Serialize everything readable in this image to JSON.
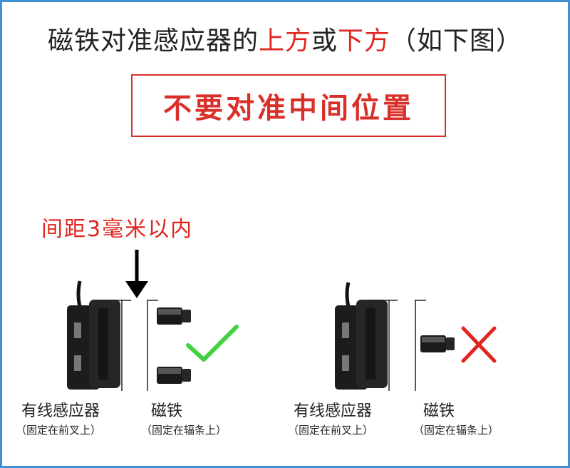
{
  "title": {
    "part1": "磁铁对准感应器的",
    "part2": "上方",
    "part3": "或",
    "part4": "下方",
    "part5": "（如下图）"
  },
  "warning": "不要对准中间位置",
  "gap_note": "间距3毫米以内",
  "left_diagram": {
    "sensor_label": "有线感应器",
    "sensor_sub": "（固定在前叉上）",
    "magnet_label": "磁铁",
    "magnet_sub": "（固定在辐条上）",
    "mark_icon": "check-icon"
  },
  "right_diagram": {
    "sensor_label": "有线感应器",
    "sensor_sub": "（固定在前叉上）",
    "magnet_label": "磁铁",
    "magnet_sub": "（固定在辐条上）",
    "mark_icon": "cross-icon"
  },
  "colors": {
    "accent_red": "#e0261f",
    "check_green": "#3fd13f",
    "frame_blue": "#3f8fd6"
  }
}
